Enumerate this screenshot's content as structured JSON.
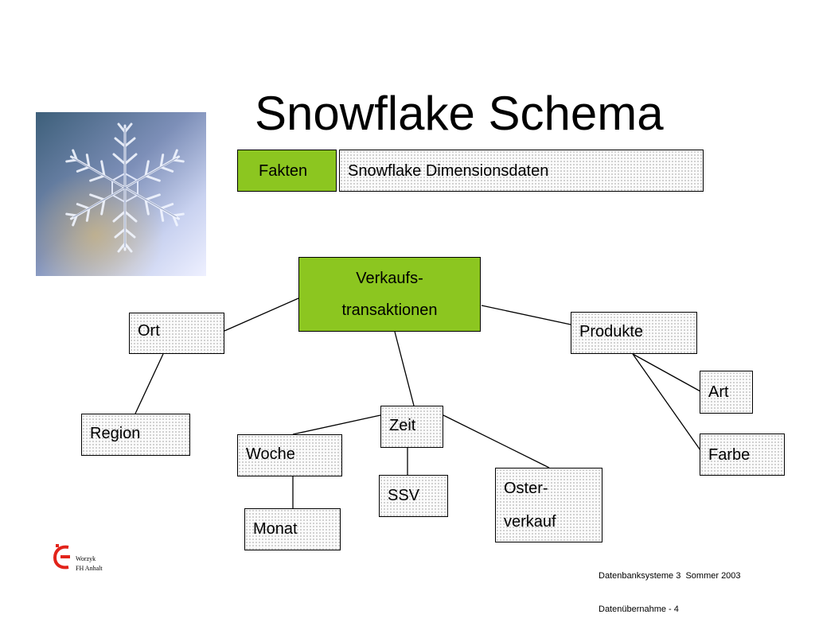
{
  "title": "Snowflake Schema",
  "legend": {
    "facts_label": "Fakten",
    "dimensions_label": "Snowflake Dimensionsdaten"
  },
  "image": {
    "description_icon": "snowflake-photo"
  },
  "nodes": {
    "fact": [
      "Verkaufs-",
      "transaktionen"
    ],
    "ort": "Ort",
    "region": "Region",
    "produkte": "Produkte",
    "art": "Art",
    "farbe": "Farbe",
    "zeit": "Zeit",
    "woche": "Woche",
    "monat": "Monat",
    "ssv": "SSV",
    "osterkauf": [
      "Oster-",
      "verkauf"
    ]
  },
  "footer": {
    "line1": "Datenbanksysteme 3  Sommer 2003",
    "line2": "Datenübernahme - 4",
    "author": "Worzyk",
    "institution": "FH Anhalt"
  },
  "colors": {
    "fact_green": "#8cc620",
    "logo_red": "#e2231a"
  }
}
